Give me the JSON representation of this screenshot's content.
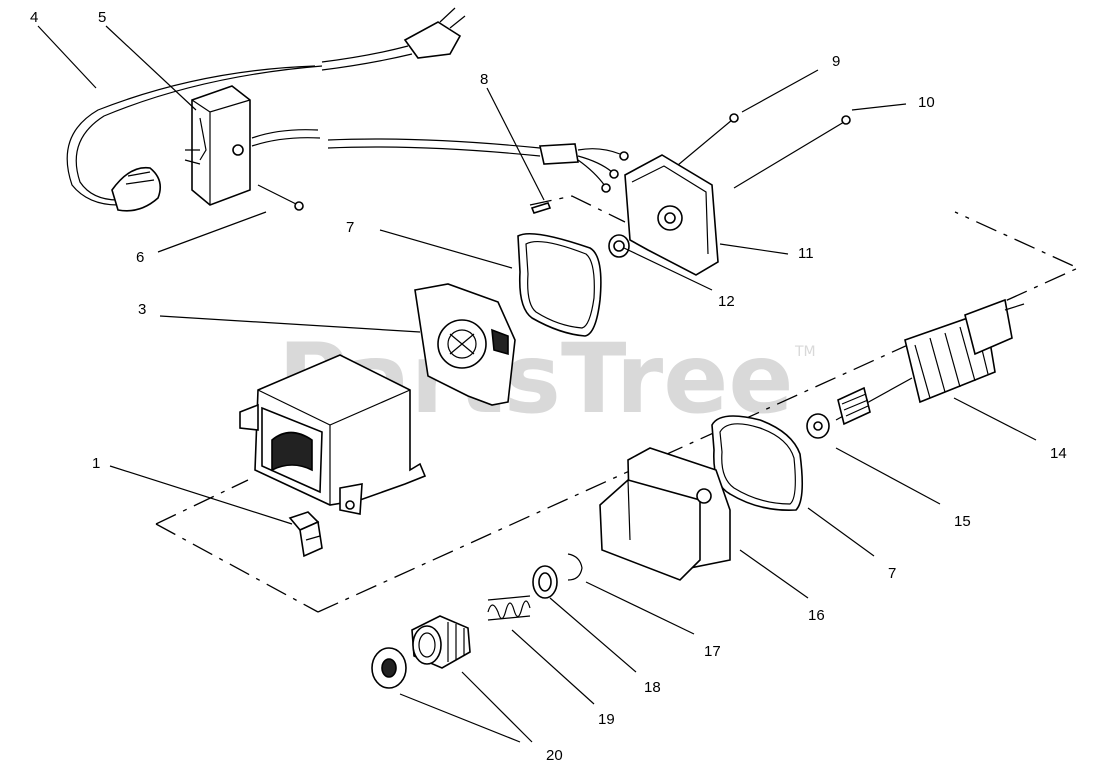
{
  "watermark": {
    "text": "PartsTree",
    "trademark": "TM"
  },
  "callouts": [
    {
      "id": "c1",
      "label": "1"
    },
    {
      "id": "c3",
      "label": "3"
    },
    {
      "id": "c4",
      "label": "4"
    },
    {
      "id": "c5",
      "label": "5"
    },
    {
      "id": "c6",
      "label": "6"
    },
    {
      "id": "c7a",
      "label": "7"
    },
    {
      "id": "c7b",
      "label": "7"
    },
    {
      "id": "c8",
      "label": "8"
    },
    {
      "id": "c9",
      "label": "9"
    },
    {
      "id": "c10",
      "label": "10"
    },
    {
      "id": "c11",
      "label": "11"
    },
    {
      "id": "c12",
      "label": "12"
    },
    {
      "id": "c14",
      "label": "14"
    },
    {
      "id": "c15",
      "label": "15"
    },
    {
      "id": "c16",
      "label": "16"
    },
    {
      "id": "c17",
      "label": "17"
    },
    {
      "id": "c18",
      "label": "18"
    },
    {
      "id": "c19",
      "label": "19"
    },
    {
      "id": "c20",
      "label": "20"
    }
  ]
}
